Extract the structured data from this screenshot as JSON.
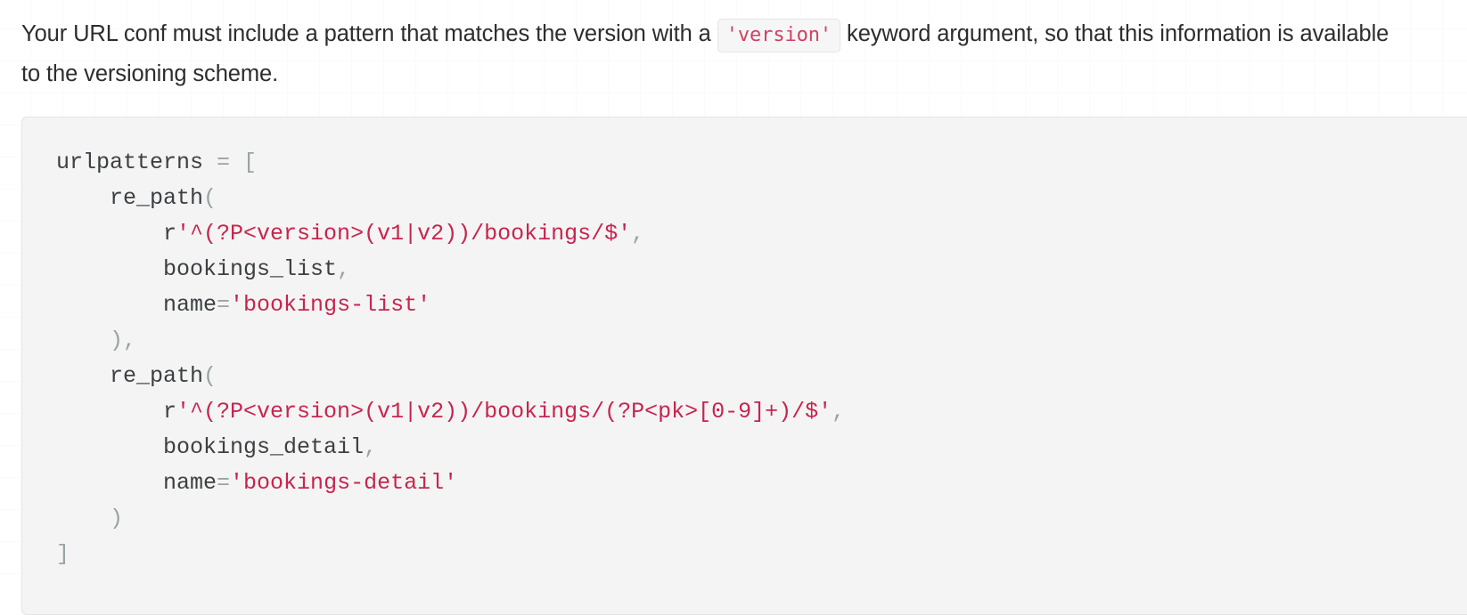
{
  "paragraph": {
    "before_code": "Your URL conf must include a pattern that matches the version with a",
    "inline_code": "'version'",
    "after_code": "keyword argument, so that this information is available to the versioning scheme."
  },
  "colors": {
    "page_background": "#ffffff",
    "grid_line": "#fafafa",
    "prose_text": "#2d2d2d",
    "code_block_background": "#f4f4f4",
    "code_block_border": "#e4e4e4",
    "inline_code_background": "#f6f6f7",
    "inline_code_border": "#e6e6e8",
    "inline_code_text": "#d0415f",
    "token_name": "#3c4043",
    "token_punctuation": "#9aa3a3",
    "token_string": "#c7254e"
  },
  "code_block": {
    "language": "python",
    "lines": [
      [
        {
          "t": "urlpatterns ",
          "c": "tok-name"
        },
        {
          "t": "= [",
          "c": "tok-punct"
        }
      ],
      [
        {
          "t": "    re_path",
          "c": "tok-name"
        },
        {
          "t": "(",
          "c": "tok-punct"
        }
      ],
      [
        {
          "t": "        r",
          "c": "tok-name"
        },
        {
          "t": "'^(?P<version>(v1|v2))/bookings/$'",
          "c": "tok-str"
        },
        {
          "t": ",",
          "c": "tok-punct"
        }
      ],
      [
        {
          "t": "        bookings_list",
          "c": "tok-name"
        },
        {
          "t": ",",
          "c": "tok-punct"
        }
      ],
      [
        {
          "t": "        name",
          "c": "tok-name"
        },
        {
          "t": "=",
          "c": "tok-punct"
        },
        {
          "t": "'bookings-list'",
          "c": "tok-str"
        }
      ],
      [
        {
          "t": "    ),",
          "c": "tok-punct"
        }
      ],
      [
        {
          "t": "    re_path",
          "c": "tok-name"
        },
        {
          "t": "(",
          "c": "tok-punct"
        }
      ],
      [
        {
          "t": "        r",
          "c": "tok-name"
        },
        {
          "t": "'^(?P<version>(v1|v2))/bookings/(?P<pk>[0-9]+)/$'",
          "c": "tok-str"
        },
        {
          "t": ",",
          "c": "tok-punct"
        }
      ],
      [
        {
          "t": "        bookings_detail",
          "c": "tok-name"
        },
        {
          "t": ",",
          "c": "tok-punct"
        }
      ],
      [
        {
          "t": "        name",
          "c": "tok-name"
        },
        {
          "t": "=",
          "c": "tok-punct"
        },
        {
          "t": "'bookings-detail'",
          "c": "tok-str"
        }
      ],
      [
        {
          "t": "    )",
          "c": "tok-punct"
        }
      ],
      [
        {
          "t": "]",
          "c": "tok-punct"
        }
      ]
    ]
  }
}
